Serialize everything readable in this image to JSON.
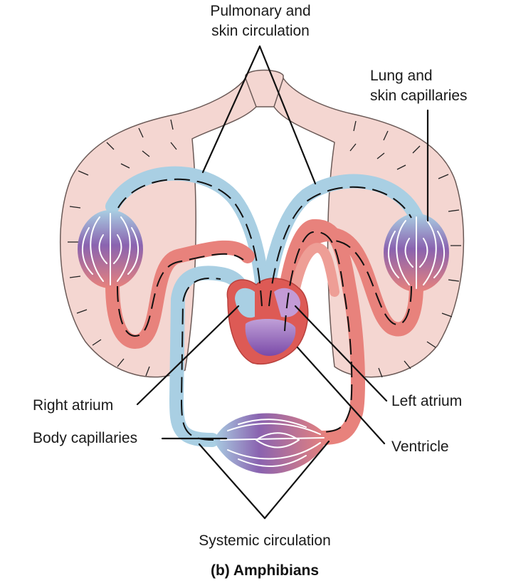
{
  "labels": {
    "pulmonary_top": "Pulmonary and",
    "pulmonary_bottom": "skin circulation",
    "lung_top": "Lung and",
    "lung_bottom": "skin capillaries",
    "right_atrium": "Right atrium",
    "body_capillaries": "Body capillaries",
    "left_atrium": "Left atrium",
    "ventricle": "Ventricle",
    "systemic": "Systemic circulation"
  },
  "caption": "(b) Amphibians",
  "colors": {
    "lung_tissue": "#f4d6d1",
    "tissue_outline": "#6b5a57",
    "deoxygenated": "#a9cfe3",
    "oxygenated": "#e8827c",
    "capillary_bed": "#8a63b0",
    "heart": "#dd5a55",
    "ventricle": "#8a55b5"
  }
}
